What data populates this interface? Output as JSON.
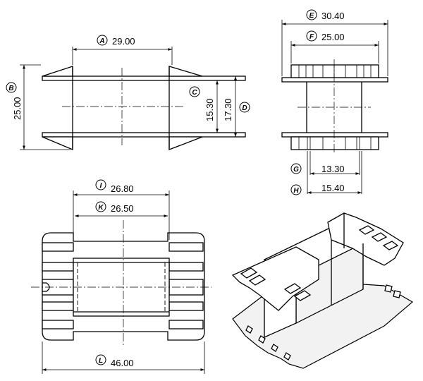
{
  "dimensions": {
    "A": {
      "letter": "A",
      "value": "29.00"
    },
    "B": {
      "letter": "B",
      "value": "25.00"
    },
    "C": {
      "letter": "C",
      "value": "15.30"
    },
    "D": {
      "letter": "D",
      "value": "17.30"
    },
    "E": {
      "letter": "E",
      "value": "30.40"
    },
    "F": {
      "letter": "F",
      "value": "25.00"
    },
    "G": {
      "letter": "G",
      "value": "13.30"
    },
    "H": {
      "letter": "H",
      "value": "15.40"
    },
    "I": {
      "letter": "I",
      "value": "26.80"
    },
    "K": {
      "letter": "K",
      "value": "26.50"
    },
    "L": {
      "letter": "L",
      "value": "46.00"
    }
  }
}
